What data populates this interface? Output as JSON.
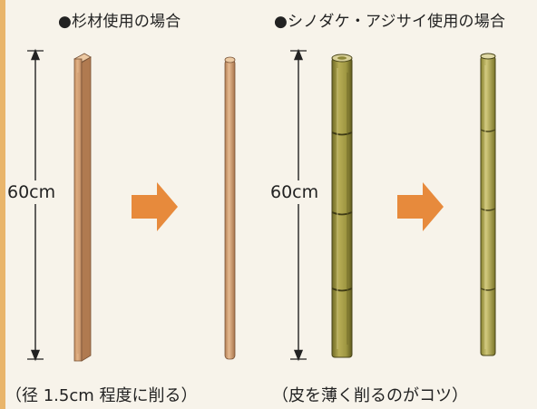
{
  "sections": [
    {
      "heading": "●杉材使用の場合",
      "dimension": "60cm",
      "caption": "（径 1.5cm 程度に削る）"
    },
    {
      "heading": "●シノダケ・アジサイ使用の場合",
      "dimension": "60cm",
      "caption": "（皮を薄く削るのがコツ）"
    }
  ],
  "colors": {
    "wood": "#d9a577",
    "wood_shade": "#b8835a",
    "bamboo": "#a8a048",
    "bamboo_shade": "#7f7a30",
    "arrow": "#e78a3c",
    "background": "#f7f3ea",
    "edge_strip": "#e9b56b"
  },
  "icons": [
    "right-arrow-icon",
    "dimension-arrow-icon"
  ]
}
